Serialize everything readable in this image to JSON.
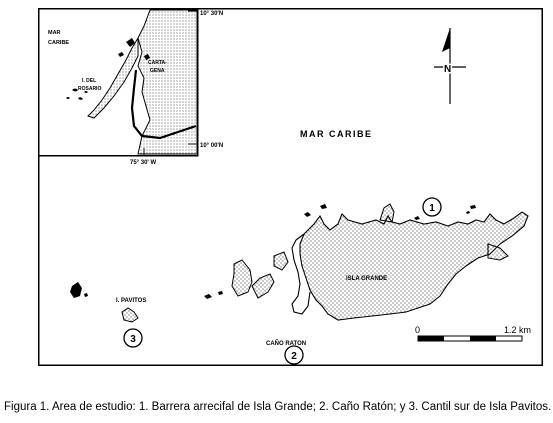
{
  "map": {
    "sea_label": "MAR CARIBE",
    "island_label": "ISLA GRANDE",
    "site_labels": {
      "pavitos": "I. PAVITOS",
      "cano_raton": "CAÑO RATON"
    },
    "site_markers": [
      "1",
      "2",
      "3"
    ],
    "north_label": "N",
    "scale": {
      "start": "0",
      "end": "1.2 km"
    }
  },
  "inset": {
    "sea_label_1": "MAR",
    "sea_label_2": "CARIBE",
    "city_label_1": "CARTA-",
    "city_label_2": "GENA",
    "islas_label_1": "I. DEL",
    "islas_label_2": "ROSARIO",
    "lat_top": "10° 30'N",
    "lat_bottom": "10° 00'N",
    "lon": "75° 30' W"
  },
  "caption": "Figura 1. Area de estudio: 1. Barrera arrecifal de Isla Grande; 2. Caño Ratón; y 3. Cantil sur de Isla Pavitos.",
  "colors": {
    "ink": "#000000",
    "paper": "#ffffff"
  }
}
